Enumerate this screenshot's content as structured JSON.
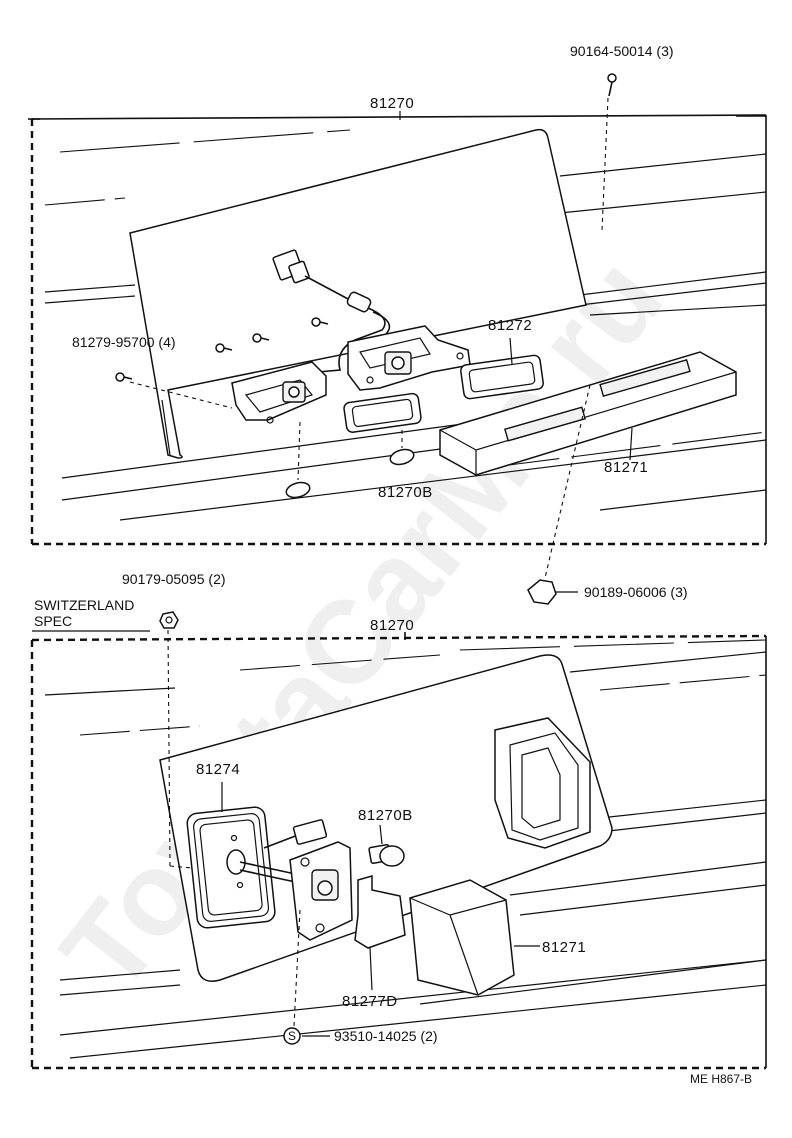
{
  "watermark": "ToyotaCarMe.ru",
  "diagram_code": "ME H867-B",
  "top_section": {
    "assembly": "81270",
    "labels": {
      "screw_top": "90164-50014 (3)",
      "screws_left": "81279-95700 (4)",
      "gasket": "81272",
      "lens": "81271",
      "bulb": "81270B",
      "clip": "90189-06006 (3)"
    }
  },
  "bottom_section": {
    "assembly": "81270",
    "spec_line1": "SWITZERLAND",
    "spec_line2": "SPEC",
    "labels": {
      "nut": "90179-05095 (2)",
      "gasket": "81274",
      "bulb": "81270B",
      "lens": "81271",
      "socket": "81277D",
      "screw": "93510-14025 (2)",
      "screw_symbol": "S"
    }
  }
}
